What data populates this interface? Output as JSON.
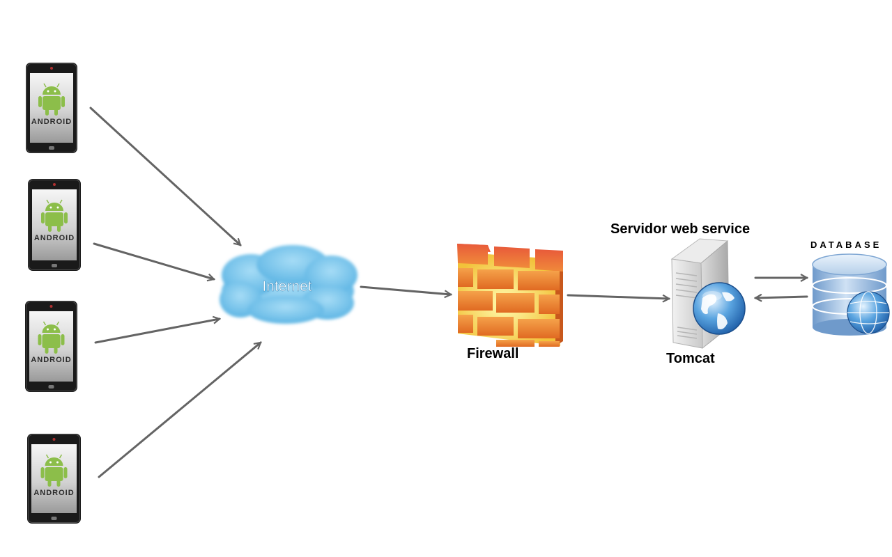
{
  "nodes": {
    "phones": [
      {
        "logo_text": "ANDROID"
      },
      {
        "logo_text": "ANDROID"
      },
      {
        "logo_text": "ANDROID"
      },
      {
        "logo_text": "ANDROID"
      }
    ],
    "internet": {
      "label": "Internet"
    },
    "firewall": {
      "label": "Firewall"
    },
    "server": {
      "title": "Servidor web service",
      "label": "Tomcat"
    },
    "database": {
      "label": "DATABASE"
    }
  },
  "edges": [
    {
      "from": "phone-1",
      "to": "internet",
      "direction": "one-way"
    },
    {
      "from": "phone-2",
      "to": "internet",
      "direction": "one-way"
    },
    {
      "from": "phone-3",
      "to": "internet",
      "direction": "one-way"
    },
    {
      "from": "phone-4",
      "to": "internet",
      "direction": "one-way"
    },
    {
      "from": "internet",
      "to": "firewall",
      "direction": "one-way"
    },
    {
      "from": "firewall",
      "to": "server",
      "direction": "one-way"
    },
    {
      "from": "server",
      "to": "database",
      "direction": "one-way"
    },
    {
      "from": "database",
      "to": "server",
      "direction": "one-way"
    }
  ],
  "colors": {
    "arrow": "#646464",
    "cloud": "#7ec8ec",
    "android_green": "#8cbe4a",
    "brick": "#e8742a",
    "mortar": "#f7d23a",
    "db_blue": "#8fb4dc"
  }
}
